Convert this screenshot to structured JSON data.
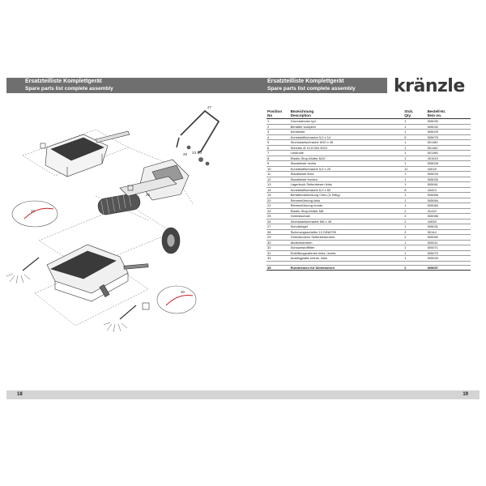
{
  "left_page": {
    "banner": {
      "title_de": "Ersatzteilliste Komplettgerät",
      "title_en": "Spare parts list complete assembly"
    },
    "page_number": "18",
    "callouts": [
      "27",
      "23",
      "20",
      "28",
      "33",
      "25",
      "30"
    ]
  },
  "right_page": {
    "banner": {
      "title_de": "Ersatzteilliste Komplettgerät",
      "title_en": "Spare parts list complete assembly"
    },
    "logo": "kränzle",
    "page_number": "19",
    "table": {
      "headers": [
        {
          "de": "Position",
          "en": "No"
        },
        {
          "de": "Bezeichnung",
          "en": "Description"
        },
        {
          "de": "Stck.",
          "en": "Qty."
        },
        {
          "de": "Bestell-Nr.",
          "en": "Item no."
        }
      ],
      "rows": [
        [
          "1",
          "Grundrahmen kpl.",
          "1",
          "505030"
        ],
        [
          "2",
          "Behälter komplett",
          "1",
          "505032"
        ],
        [
          "3",
          "Kehrleiste",
          "1",
          "505029"
        ],
        [
          "4",
          "Kunststoffschraube 5,0 x 14",
          "5",
          "505075"
        ],
        [
          "5",
          "Sechskantschraube M10 x 45",
          "1",
          "501180"
        ],
        [
          "6",
          "Scheibe Ø 10,5 DIN 9021",
          "1",
          "501182"
        ],
        [
          "7",
          "Lenkrolle",
          "1",
          "501166"
        ],
        [
          "8",
          "Elastic-Stop-Mutter M10",
          "1",
          "401519"
        ],
        [
          "9",
          "Staubleiste rechts",
          "1",
          "505028"
        ],
        [
          "10",
          "Kunststoffschraube 5,0 x 20",
          "11",
          "44018"
        ],
        [
          "11",
          "Staubleiste links",
          "1",
          "505025"
        ],
        [
          "12",
          "Staubleiste fronten",
          "1",
          "505026"
        ],
        [
          "13",
          "Lagerbock Seitenbesen links",
          "1",
          "505061"
        ],
        [
          "14",
          "Kunststoffschraube 6,0 x 60",
          "8",
          "44424"
        ],
        [
          "15",
          "Behälterabdichtung Cello (3-Teilig)",
          "1",
          "505066"
        ],
        [
          "20",
          "Riemenführung links",
          "1",
          "505084"
        ],
        [
          "21",
          "Riemenführung rechts",
          "1",
          "505084"
        ],
        [
          "24",
          "Elastic-Stop-Mutter M8",
          "2",
          "41410"
        ],
        [
          "25",
          "Gelenkschale",
          "2",
          "505088"
        ],
        [
          "26",
          "Sechskantschraube M8 x 45",
          "2",
          "42835"
        ],
        [
          "27",
          "Schubbügel",
          "1",
          "505031"
        ],
        [
          "28",
          "Sicherungsscheibe 10 DIN6799",
          "2",
          "50144"
        ],
        [
          "29",
          "Gelenkbolzen Seitenbesenarm",
          "2",
          "505050"
        ],
        [
          "30",
          "Abdeckrahmen",
          "1",
          "505011"
        ],
        [
          "32",
          "Schaumstofffilter",
          "2",
          "505071"
        ],
        [
          "31",
          "Entlüftungsrahmen links, rechts",
          "1",
          "505070"
        ],
        [
          "33",
          "Anstiegplatte rechts, links",
          "1",
          "505049"
        ]
      ],
      "final_row": [
        "35",
        "Rundriemen für Seitenbesen",
        "2",
        "505057"
      ]
    }
  }
}
